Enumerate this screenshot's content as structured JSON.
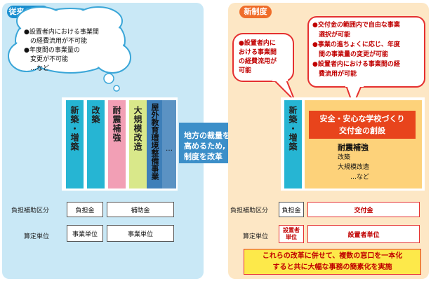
{
  "left": {
    "header": "従来の制度",
    "bubble": [
      "●設置者内における事業間",
      "　の経費流用が不可能",
      "●年度間の事業量の",
      "　変更が不可能",
      "　…など"
    ],
    "columns": [
      "新築・増築",
      "改築",
      "耐震補強",
      "大規模改造",
      "屋外教育環境整備事業"
    ],
    "columns_more": "…",
    "row1_label": "負担補助区分",
    "row1_box1": "負担金",
    "row1_box2": "補助金",
    "row2_label": "算定単位",
    "row2_box1": "事業単位",
    "row2_box2": "事業単位"
  },
  "arrow": {
    "text": [
      "地方の裁量を",
      "高めるため,",
      "制度を改革"
    ]
  },
  "right": {
    "header": "新制度",
    "bubble_small": [
      "●設置者内に",
      "おける事業間",
      "の経費流用が",
      "可能"
    ],
    "bubble_big": [
      "●交付金の範囲内で自由な事業",
      "　選択が可能",
      "●事業の進ちょくに応じ、年度",
      "　間の事業量の変更が可能",
      "●設置者内における事業間の経",
      "　費流用が可能"
    ],
    "column": "新築・増築",
    "banner": [
      "安全・安心な学校づくり",
      "交付金の創設"
    ],
    "items_main": "耐震補強",
    "items": [
      "改築",
      "大規模改造",
      "　　…など"
    ],
    "row1_label": "負担補助区分",
    "row1_box1": "負担金",
    "row1_box2": "交付金",
    "row2_label": "算定単位",
    "row2_box1": "設置者単位",
    "row2_box2": "設置者単位",
    "footer": [
      "これらの改革に併せて、複数の窓口を一本化",
      "すると共に大幅な事務の簡素化を実施"
    ]
  }
}
